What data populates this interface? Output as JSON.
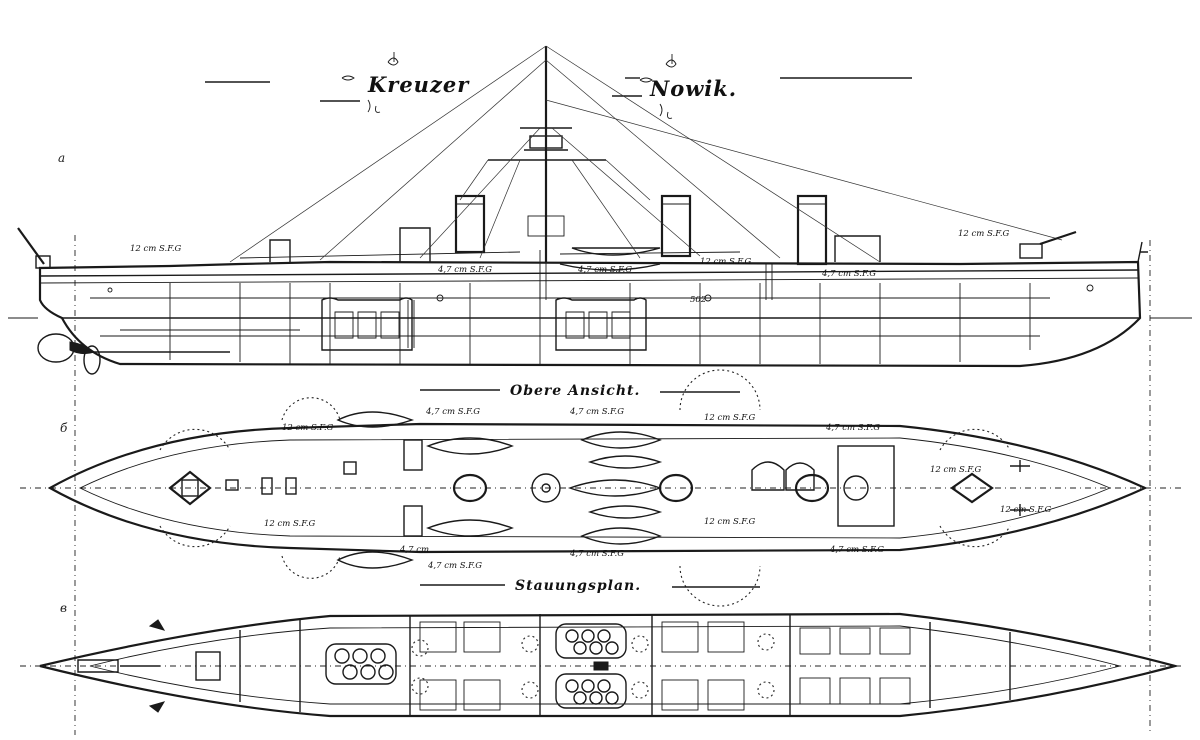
{
  "title": {
    "word1": "Kreuzer",
    "word2": "Nowik."
  },
  "views": {
    "side_letter": "а",
    "top_letter": "б",
    "top_label": "Obere Ansicht.",
    "plan_letter": "в",
    "plan_label": "Stauungsplan."
  },
  "gun_labels": {
    "bow_12cm": "12 cm S.F.G",
    "stern_12cm": "12 cm S.F.G",
    "side_47_a": "4,7 cm S.F.G",
    "side_47_b": "4,7 cm S.F.G",
    "side_12_mid": "12 cm S.F.G",
    "side_47_c": "4,7 cm S.F.G",
    "waterline": "502",
    "top_12_a": "12 cm S.F.G",
    "top_47_a": "4,7 cm S.F.G",
    "top_47_b": "4,7 cm S.F.G",
    "top_12_b": "12 cm S.F.G",
    "top_47_c": "4,7 cm S.F.G",
    "top_12_c": "12 cm S.F.G",
    "top_12_d": "12 cm S.F.G",
    "top_47_d": "4,7 cm",
    "top_47_e": "4,7 cm S.F.G",
    "top_47_f": "4,7 cm S.F.G",
    "top_12_e": "12 cm S.F.G",
    "top_47_g": "4,7 cm S.F.G",
    "top_12_f": "12 cm S.F.G"
  },
  "colors": {
    "ink": "#1a1a1a",
    "paper": "#ffffff"
  }
}
